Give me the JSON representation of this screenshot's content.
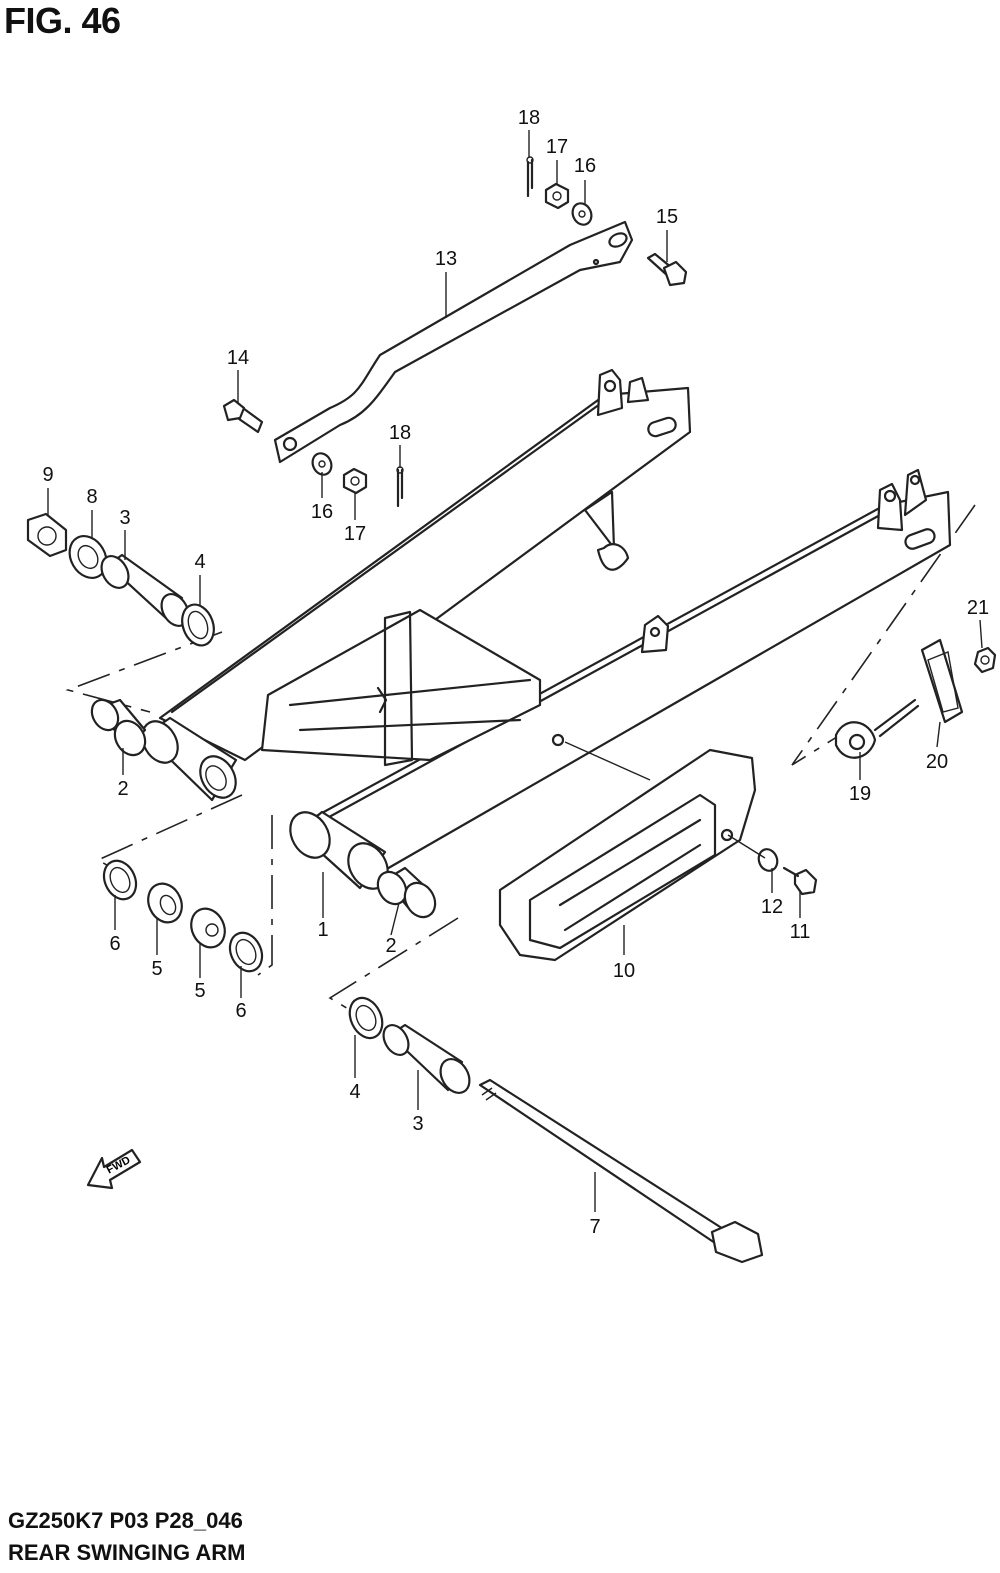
{
  "figure": {
    "title": "FIG. 46",
    "model_code": "GZ250K7 P03 P28_046",
    "caption": "REAR SWINGING ARM"
  },
  "fwd_label": "FWD",
  "icons": {
    "direction": "fwd-arrow-icon"
  },
  "callouts": [
    {
      "id": "c1",
      "label": "1"
    },
    {
      "id": "c2a",
      "label": "2"
    },
    {
      "id": "c2b",
      "label": "2"
    },
    {
      "id": "c3a",
      "label": "3"
    },
    {
      "id": "c3b",
      "label": "3"
    },
    {
      "id": "c4a",
      "label": "4"
    },
    {
      "id": "c4b",
      "label": "4"
    },
    {
      "id": "c5a",
      "label": "5"
    },
    {
      "id": "c5b",
      "label": "5"
    },
    {
      "id": "c6a",
      "label": "6"
    },
    {
      "id": "c6b",
      "label": "6"
    },
    {
      "id": "c7",
      "label": "7"
    },
    {
      "id": "c8",
      "label": "8"
    },
    {
      "id": "c9",
      "label": "9"
    },
    {
      "id": "c10",
      "label": "10"
    },
    {
      "id": "c11",
      "label": "11"
    },
    {
      "id": "c12",
      "label": "12"
    },
    {
      "id": "c13",
      "label": "13"
    },
    {
      "id": "c14",
      "label": "14"
    },
    {
      "id": "c15",
      "label": "15"
    },
    {
      "id": "c16a",
      "label": "16"
    },
    {
      "id": "c16b",
      "label": "16"
    },
    {
      "id": "c17a",
      "label": "17"
    },
    {
      "id": "c17b",
      "label": "17"
    },
    {
      "id": "c18a",
      "label": "18"
    },
    {
      "id": "c18b",
      "label": "18"
    },
    {
      "id": "c19",
      "label": "19"
    },
    {
      "id": "c20",
      "label": "20"
    },
    {
      "id": "c21",
      "label": "21"
    }
  ]
}
